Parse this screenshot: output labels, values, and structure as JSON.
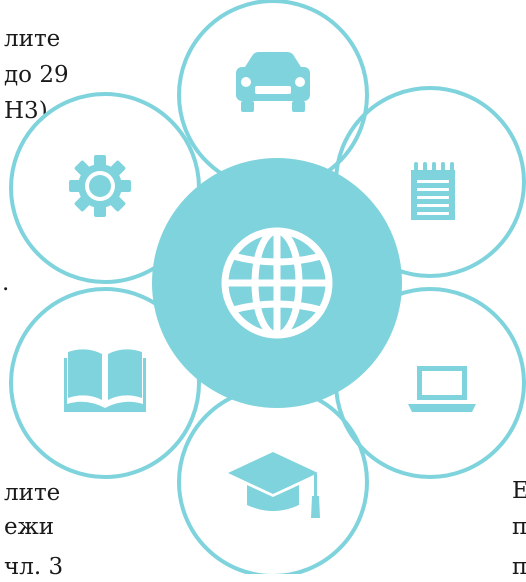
{
  "text_fragments": {
    "top_left": [
      "лите",
      "до 29",
      "Н3)"
    ],
    "mid_left": [
      "."
    ],
    "bottom_left": [
      "лите",
      "ежи",
      "чл. 3"
    ],
    "bottom_right": [
      "Е",
      "п",
      "п"
    ]
  },
  "diagram": {
    "ring_color": "#7fd3dc",
    "hub_fill": "#7fd3dc",
    "icon_color": "#7fd3dc",
    "hub_icon": "globe-icon",
    "satellites": [
      {
        "icon": "car-icon"
      },
      {
        "icon": "notepad-icon"
      },
      {
        "icon": "laptop-icon"
      },
      {
        "icon": "graduation-cap-icon"
      },
      {
        "icon": "book-icon"
      },
      {
        "icon": "gear-icon"
      }
    ]
  }
}
